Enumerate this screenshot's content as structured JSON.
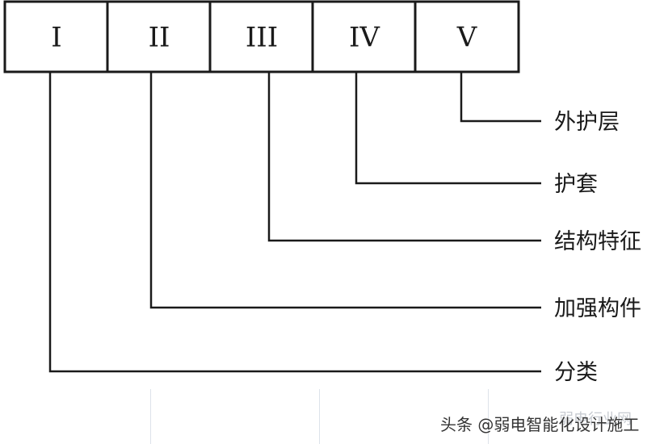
{
  "boxes": [
    "I",
    "II",
    "III",
    "IV",
    "V"
  ],
  "branches": [
    {
      "box": 4,
      "label": "外护层"
    },
    {
      "box": 3,
      "label": "护套"
    },
    {
      "box": 2,
      "label": "结构特征"
    },
    {
      "box": 1,
      "label": "加强构件"
    },
    {
      "box": 0,
      "label": "分类"
    }
  ],
  "watermark": "头条 @弱电智能化设计施工",
  "watermark_faint": "弱电行业网",
  "colors": {
    "line": "#1a1a1a",
    "text": "#1a1a1a"
  }
}
